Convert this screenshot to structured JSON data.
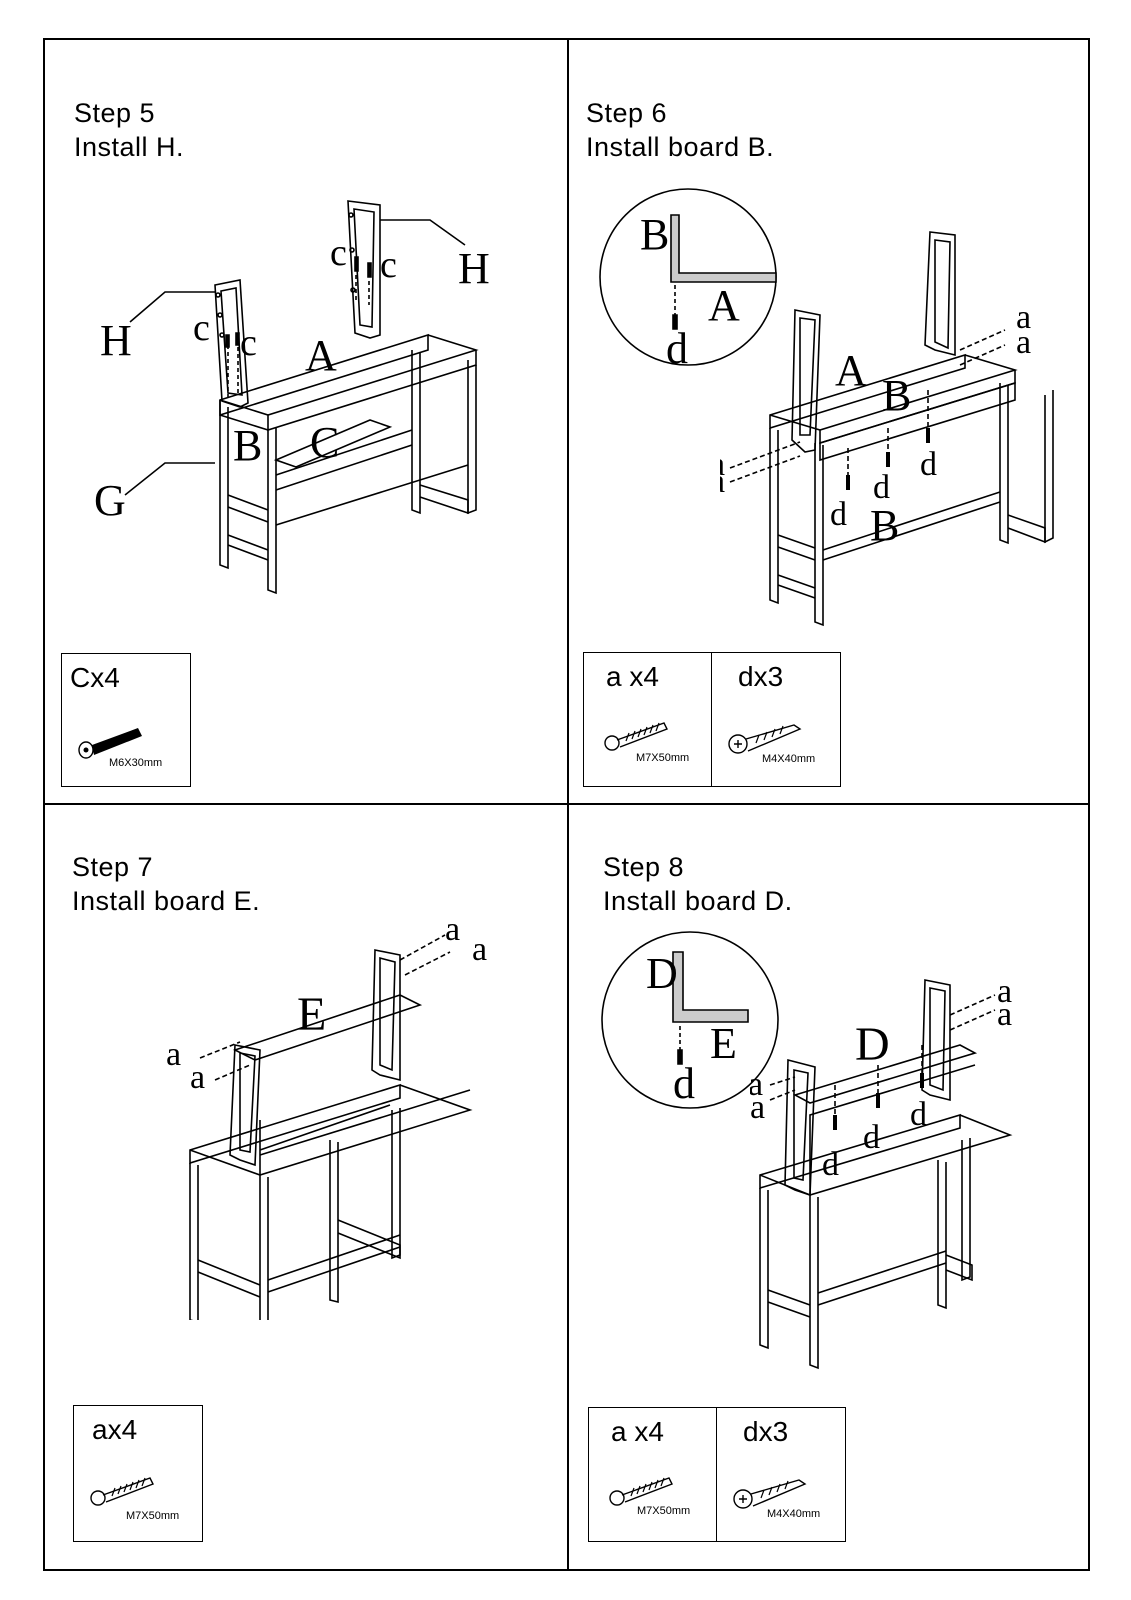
{
  "steps": [
    {
      "step": "Step 5",
      "action": "Install H.",
      "hardware": [
        {
          "qty": "Cx4",
          "spec": "M6X30mm"
        }
      ],
      "labels": {
        "H1": "H",
        "H2": "H",
        "A": "A",
        "B": "B",
        "C": "C",
        "G": "G",
        "c1": "c",
        "c2": "c",
        "c3": "c",
        "c4": "c"
      }
    },
    {
      "step": "Step 6",
      "action": "Install board B.",
      "hardware": [
        {
          "qty": "a x4",
          "spec": "M7X50mm"
        },
        {
          "qty": "dx3",
          "spec": "M4X40mm"
        }
      ],
      "labels": {
        "detailB": "B",
        "detailA": "A",
        "detailD": "d",
        "A": "A",
        "B1": "B",
        "B2": "B",
        "a1": "a",
        "a2": "a",
        "a3": "a",
        "a4": "a",
        "d1": "d",
        "d2": "d",
        "d3": "d"
      }
    },
    {
      "step": "Step 7",
      "action": "Install board E.",
      "hardware": [
        {
          "qty": "ax4",
          "spec": "M7X50mm"
        }
      ],
      "labels": {
        "E": "E",
        "a1": "a",
        "a2": "a",
        "a3": "a",
        "a4": "a"
      }
    },
    {
      "step": "Step 8",
      "action": "Install board D.",
      "hardware": [
        {
          "qty": "a x4",
          "spec": "M7X50mm"
        },
        {
          "qty": "dx3",
          "spec": "M4X40mm"
        }
      ],
      "labels": {
        "detailD": "D",
        "detailE": "E",
        "detaild": "d",
        "D": "D",
        "a1": "a",
        "a2": "a",
        "a3": "a",
        "a4": "a",
        "d1": "d",
        "d2": "d",
        "d3": "d"
      }
    }
  ]
}
